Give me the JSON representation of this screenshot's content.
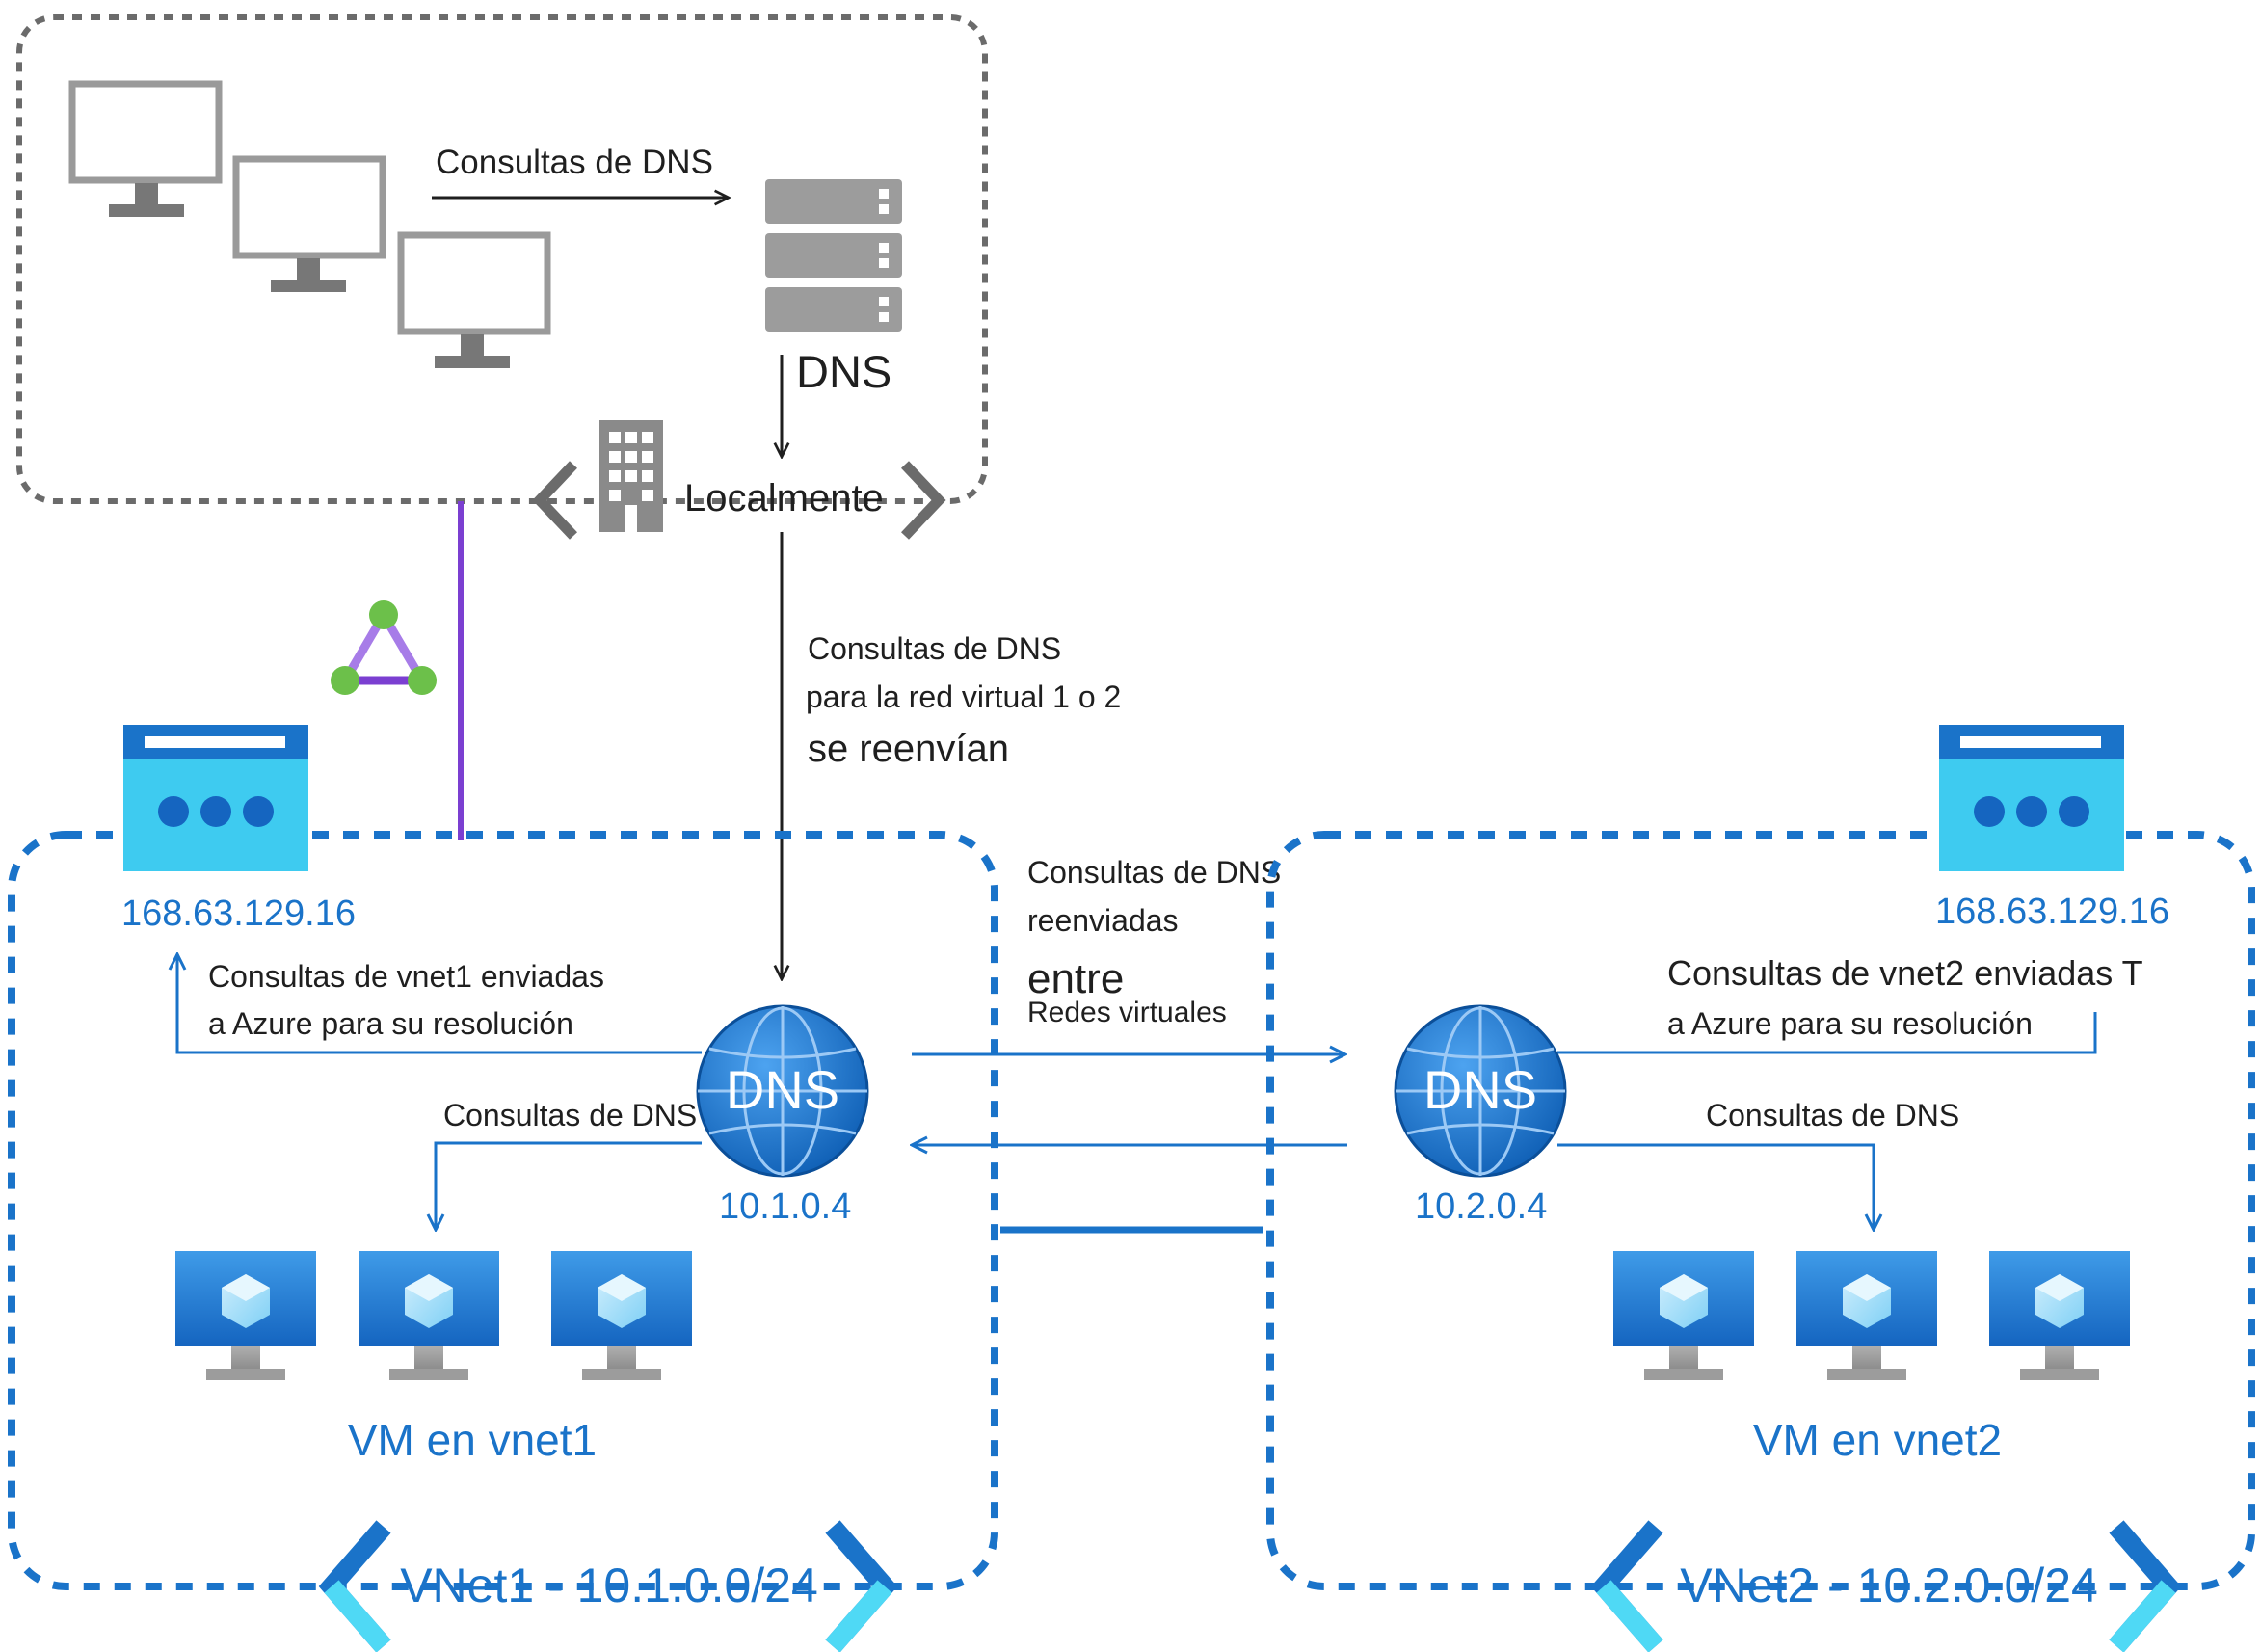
{
  "onprem": {
    "queries_label": "Consultas de DNS",
    "dns_server_label": "DNS",
    "location_label": "Localmente"
  },
  "forward": {
    "line1": "Consultas de DNS",
    "line2": "para la red virtual 1 o 2",
    "line3": "se reenvían"
  },
  "between": {
    "line1": "Consultas de DNS",
    "line2": "reenviadas",
    "line3": "entre",
    "line4": "Redes virtuales"
  },
  "vnet1": {
    "azure_dns_ip": "168.63.129.16",
    "azure_query_line1": "Consultas de vnet1 enviadas",
    "azure_query_line2": "a Azure para su resolución",
    "dns_icon_text": "DNS",
    "dns_ip": "10.1.0.4",
    "vm_query_label": "Consultas de DNS",
    "vm_label": "VM en vnet1",
    "vnet_label": "VNet1 - 10.1.0.0/24"
  },
  "vnet2": {
    "azure_dns_ip": "168.63.129.16",
    "azure_query_line1": "Consultas de vnet2 enviadas T",
    "azure_query_line2": "a Azure para su resolución",
    "dns_icon_text": "DNS",
    "dns_ip": "10.2.0.4",
    "vm_query_label": "Consultas de DNS",
    "vm_label": "VM en vnet2",
    "vnet_label": "VNet2 - 10.2.0.0/24"
  },
  "colors": {
    "azure_blue": "#1a73c9",
    "vpn_purple": "#7b3fd1",
    "dashed_gray": "#6b6b6b",
    "text_dark": "#1f1f1f"
  }
}
